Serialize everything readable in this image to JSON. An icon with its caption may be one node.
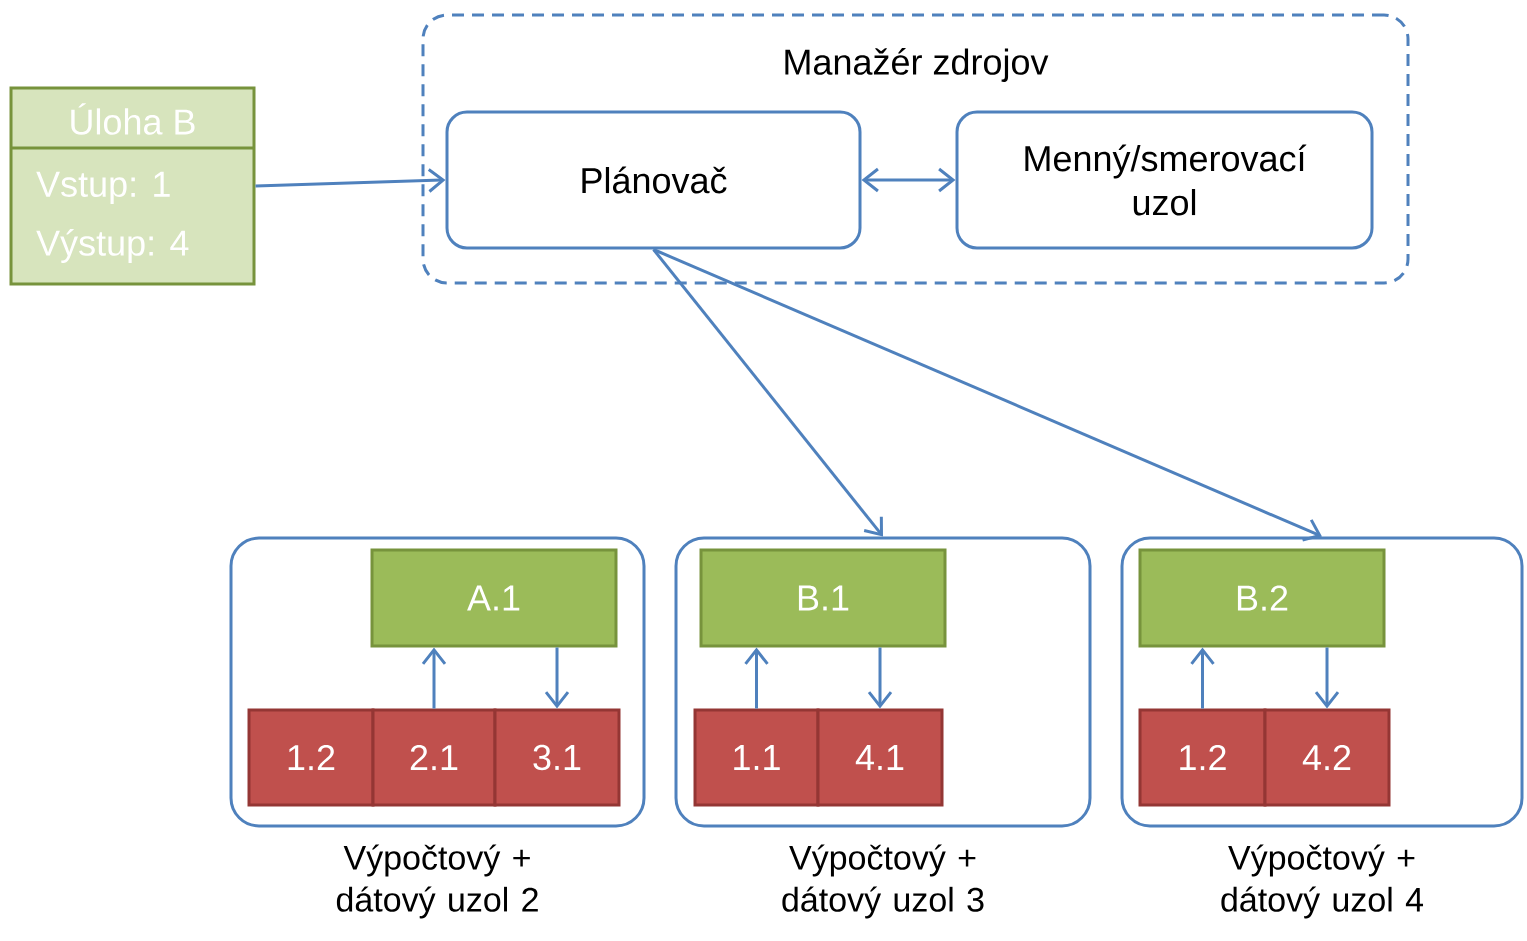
{
  "diagram": {
    "nodes": [
      {
        "text": [
          "Manažér zdrojov"
        ]
      },
      {
        "text": [
          "Plánovač"
        ],
        "in": 0
      },
      {
        "text": [
          "Menný/smerovací uzol"
        ],
        "in": 0
      },
      {
        "text": [
          "Úloha B",
          "Vstup: 1",
          "Výstup: 4"
        ]
      },
      {
        "text": [
          "Výpočtový + dátový uzol 2"
        ]
      },
      {
        "text": [
          "A.1"
        ],
        "in": 4
      },
      {
        "text": [
          "1.2"
        ],
        "in": 4
      },
      {
        "text": [
          "2.1"
        ],
        "in": 4
      },
      {
        "text": [
          "3.1"
        ],
        "in": 4
      },
      {
        "text": [
          "Výpočtový + dátový uzol 3"
        ]
      },
      {
        "text": [
          "B.1"
        ],
        "in": 9
      },
      {
        "text": [
          "1.1"
        ],
        "in": 9
      },
      {
        "text": [
          "4.1"
        ],
        "in": 9
      },
      {
        "text": [
          "Výpočtový + dátový uzol 4"
        ]
      },
      {
        "text": [
          "B.2"
        ],
        "in": 13
      },
      {
        "text": [
          "1.2"
        ],
        "in": 13
      },
      {
        "text": [
          "4.2"
        ],
        "in": 13
      }
    ],
    "edges": [
      {
        "from": 3,
        "to": 1,
        "arrow": "to"
      },
      {
        "from": 1,
        "to": 2,
        "arrow": "both"
      },
      {
        "from": 1,
        "to": 9,
        "arrow": "to"
      },
      {
        "from": 1,
        "to": 13,
        "arrow": "to"
      },
      {
        "from": 7,
        "to": 5,
        "arrow": "to"
      },
      {
        "from": 5,
        "to": 8,
        "arrow": "to"
      },
      {
        "from": 11,
        "to": 10,
        "arrow": "to"
      },
      {
        "from": 10,
        "to": 12,
        "arrow": "to"
      },
      {
        "from": 15,
        "to": 14,
        "arrow": "to"
      },
      {
        "from": 14,
        "to": 16,
        "arrow": "to"
      }
    ]
  }
}
